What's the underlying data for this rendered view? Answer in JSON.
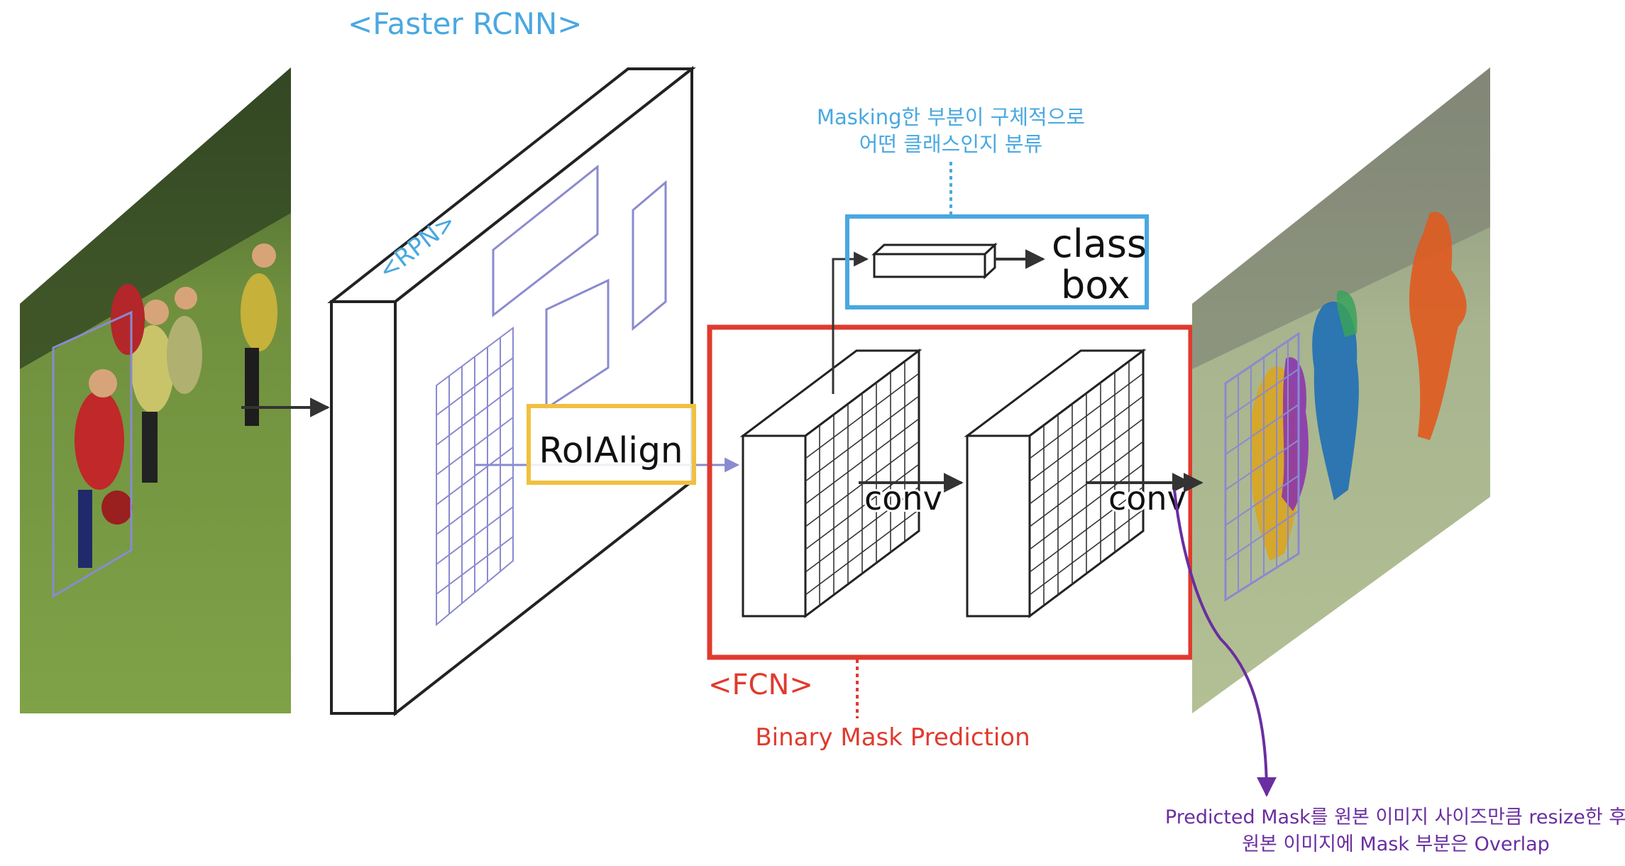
{
  "labels": {
    "faster_rcnn": "<Faster RCNN>",
    "rpn": "<RPN>",
    "roialign": "RoIAlign",
    "class": "class",
    "box": "box",
    "masking_line1": "Masking한 부분이 구체적으로",
    "masking_line2": "어떤 클래스인지 분류",
    "conv1": "conv",
    "conv2": "conv",
    "fcn": "<FCN>",
    "binary_mask": "Binary Mask Prediction",
    "predicted_line1": "Predicted Mask를 원본 이미지 사이즈만큼 resize한 후",
    "predicted_line2": "원본 이미지에 Mask 부분은 Overlap"
  },
  "colors": {
    "faster_rcnn": "#4aa8e0",
    "rpn": "#4aa8e0",
    "roialign_box": "#f0c040",
    "class_box": "#4aa8e0",
    "fcn_box": "#e03a2e",
    "fcn_text": "#e03a2e",
    "predicted_text": "#6a2ea0",
    "lavender": "#8a8ad0",
    "arrow": "#333333"
  }
}
